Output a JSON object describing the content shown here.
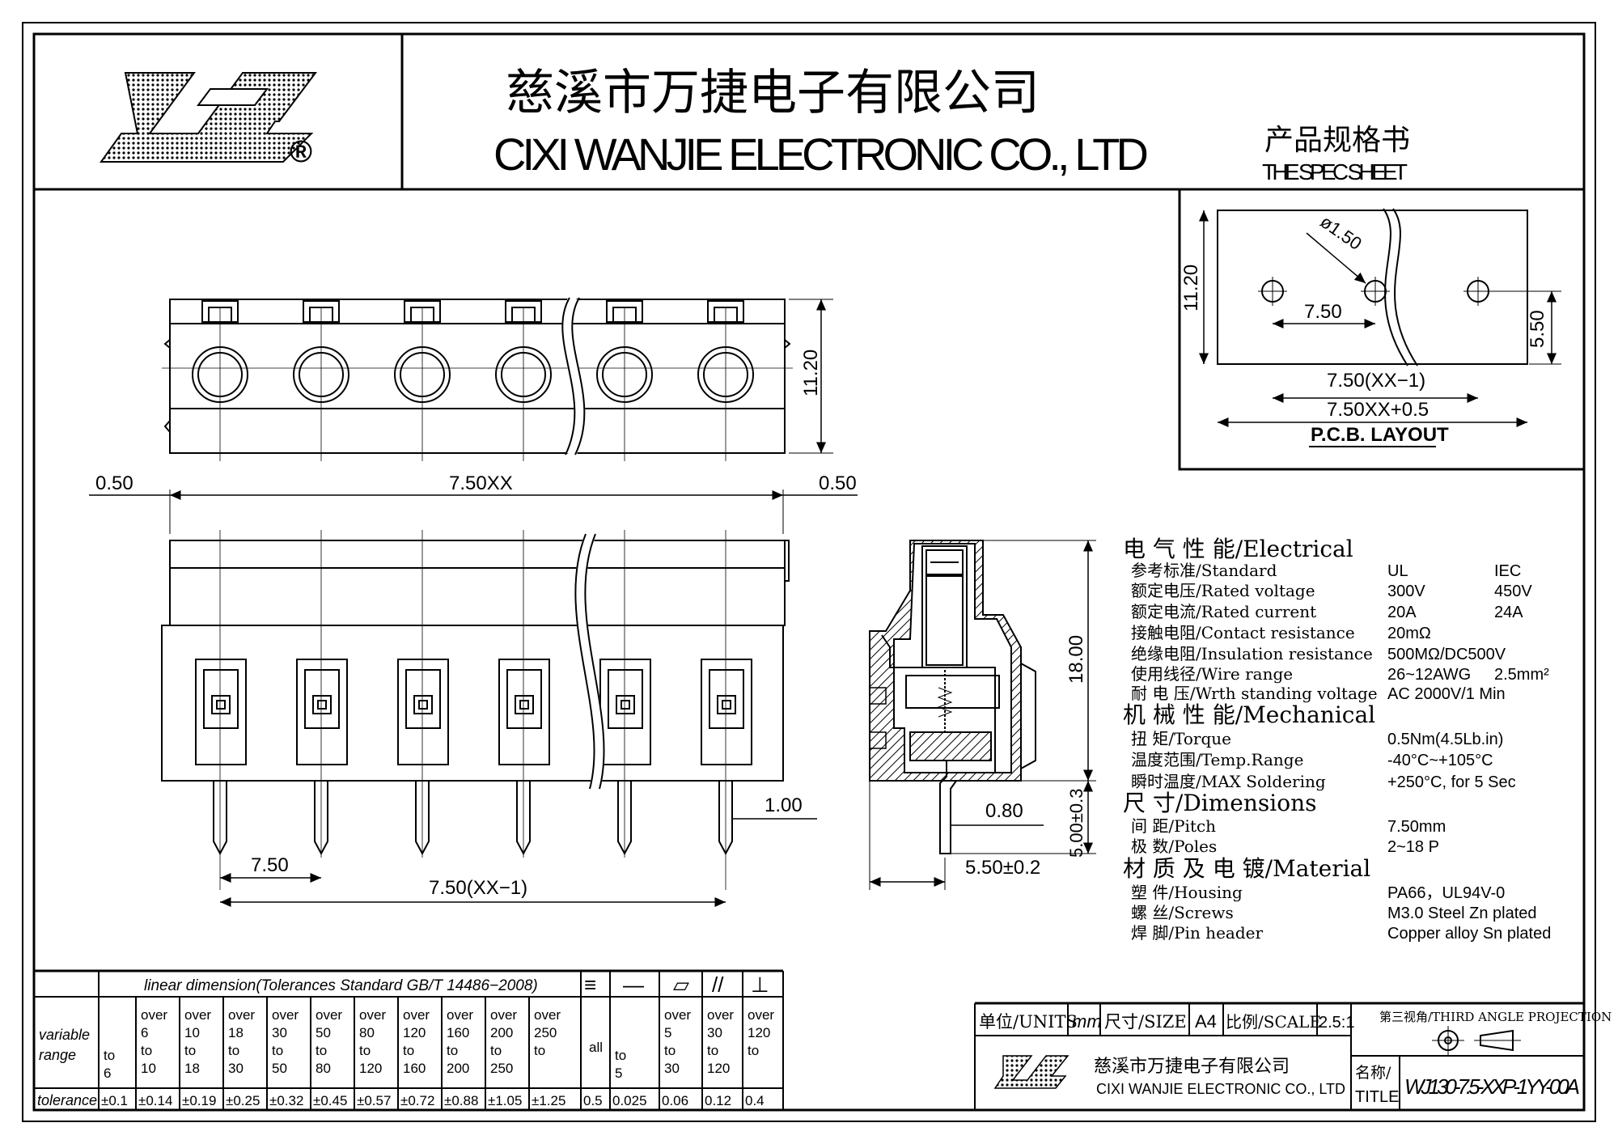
{
  "header": {
    "company_cn": "慈溪市万捷电子有限公司",
    "company_en": "CIXI WANJIE ELECTRONIC CO., LTD",
    "doc_title_cn": "产品规格书",
    "doc_title_en": "THE SPEC SHEET",
    "logo_mark": "®"
  },
  "pcb_layout": {
    "title": "P.C.B. LAYOUT",
    "height": "11.20",
    "hole_dia": "ø1.50",
    "pitch": "7.50",
    "hole_offset": "5.50",
    "span": "7.50(XX−1)",
    "total": "7.50XX+0.5"
  },
  "top_view": {
    "height": "11.20"
  },
  "front_view": {
    "left_margin": "0.50",
    "length": "7.50XX",
    "right_margin": "0.50",
    "pin_width": "1.00",
    "pitch": "7.50",
    "span": "7.50(XX−1)"
  },
  "side_view": {
    "height": "18.00",
    "pin_len": "5.00±0.3",
    "pin_thk": "0.80",
    "pin_pos": "5.50±0.2"
  },
  "specs": [
    {
      "label": "电 气 性 能/Electrical",
      "heading": true,
      "v1": "",
      "v2": ""
    },
    {
      "label": "参考标准/Standard",
      "heading": false,
      "v1": "UL",
      "v2": "IEC"
    },
    {
      "label": "额定电压/Rated voltage",
      "heading": false,
      "v1": "300V",
      "v2": "450V"
    },
    {
      "label": "额定电流/Rated current",
      "heading": false,
      "v1": "20A",
      "v2": "24A"
    },
    {
      "label": "接触电阻/Contact resistance",
      "heading": false,
      "v1": "20mΩ",
      "v2": ""
    },
    {
      "label": "绝缘电阻/Insulation resistance",
      "heading": false,
      "v1": "500MΩ/DC500V",
      "v2": ""
    },
    {
      "label": "使用线径/Wire range",
      "heading": false,
      "v1": "26~12AWG",
      "v2": "2.5mm²"
    },
    {
      "label": "耐 电 压/Wrth standing voltage",
      "heading": false,
      "v1": "AC 2000V/1 Min",
      "v2": ""
    },
    {
      "label": "机 械 性 能/Mechanical",
      "heading": true,
      "v1": "",
      "v2": ""
    },
    {
      "label": "扭 矩/Torque",
      "heading": false,
      "v1": "0.5Nm(4.5Lb.in)",
      "v2": ""
    },
    {
      "label": "温度范围/Temp.Range",
      "heading": false,
      "v1": "-40°C~+105°C",
      "v2": ""
    },
    {
      "label": "瞬时温度/MAX Soldering",
      "heading": false,
      "v1": "+250°C, for 5 Sec",
      "v2": ""
    },
    {
      "label": "尺 寸/Dimensions",
      "heading": true,
      "v1": "",
      "v2": ""
    },
    {
      "label": "间 距/Pitch",
      "heading": false,
      "v1": "7.50mm",
      "v2": ""
    },
    {
      "label": "极 数/Poles",
      "heading": false,
      "v1": "2~18 P",
      "v2": ""
    },
    {
      "label": "材 质 及 电 镀/Material",
      "heading": true,
      "v1": "",
      "v2": ""
    },
    {
      "label": "塑 件/Housing",
      "heading": false,
      "v1": "PA66，UL94V-0",
      "v2": ""
    },
    {
      "label": "螺 丝/Screws",
      "heading": false,
      "v1": "M3.0 Steel Zn plated",
      "v2": ""
    },
    {
      "label": "焊 脚/Pin header",
      "heading": false,
      "v1": "Copper alloy  Sn plated",
      "v2": ""
    }
  ],
  "tolerance_table": {
    "title": "linear dimension(Tolerances Standard GB/T 14486−2008)",
    "row_label_1": "variable range",
    "row_label_2": "tolerance",
    "symbols": [
      "≡",
      "—",
      "▱",
      "//",
      "⊥"
    ],
    "ranges": [
      [
        "to",
        "6"
      ],
      [
        "over",
        "6",
        "to",
        "10"
      ],
      [
        "over",
        "10",
        "to",
        "18"
      ],
      [
        "over",
        "18",
        "to",
        "30"
      ],
      [
        "over",
        "30",
        "to",
        "50"
      ],
      [
        "over",
        "50",
        "to",
        "80"
      ],
      [
        "over",
        "80",
        "to",
        "120"
      ],
      [
        "over",
        "120",
        "to",
        "160"
      ],
      [
        "over",
        "160",
        "to",
        "200"
      ],
      [
        "over",
        "200",
        "to",
        "250"
      ],
      [
        "over",
        "250",
        "to"
      ],
      [
        "all"
      ],
      [
        "to",
        "5"
      ],
      [
        "over",
        "5",
        "to",
        "30"
      ],
      [
        "over",
        "30",
        "to",
        "120"
      ],
      [
        "over",
        "120",
        "to"
      ]
    ],
    "values": [
      "±0.1",
      "±0.14",
      "±0.19",
      "±0.25",
      "±0.32",
      "±0.45",
      "±0.57",
      "±0.72",
      "±0.88",
      "±1.05",
      "±1.25",
      "0.5",
      "0.025",
      "0.06",
      "0.12",
      "0.4"
    ]
  },
  "title_block": {
    "units_label": "单位/UNITS",
    "units": "mm",
    "size_label": "尺寸/SIZE",
    "size": "A4",
    "scale_label": "比例/SCALE",
    "scale": "2.5:1",
    "projection": "第三视角/THIRD ANGLE PROJECTION",
    "company_cn": "慈溪市万捷电子有限公司",
    "company_en": "CIXI WANJIE ELECTRONIC CO., LTD",
    "name_label_1": "名称/",
    "name_label_2": "TITLE",
    "part_number": "WJ130-7.5-XXP-1YY-00A"
  }
}
